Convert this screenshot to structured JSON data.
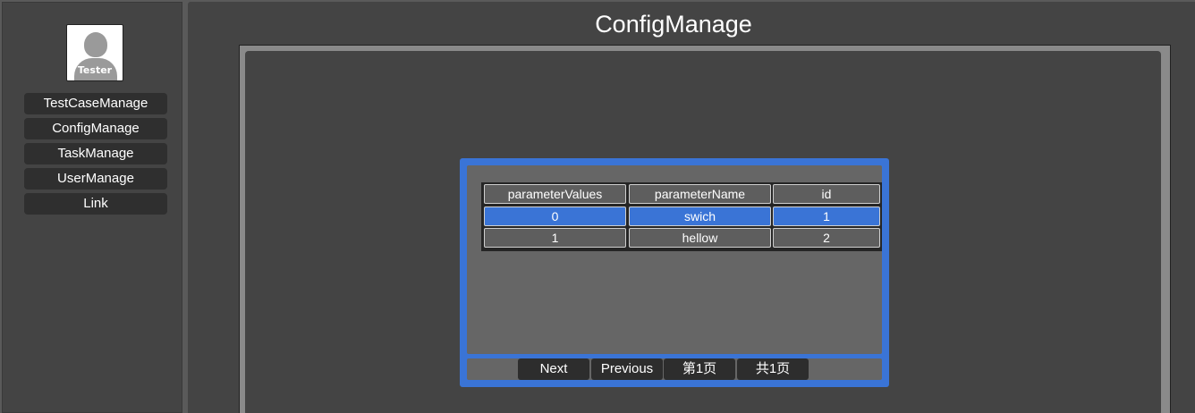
{
  "sidebar": {
    "avatar_label": "Tester",
    "items": [
      {
        "label": "TestCaseManage"
      },
      {
        "label": "ConfigManage"
      },
      {
        "label": "TaskManage"
      },
      {
        "label": "UserManage"
      },
      {
        "label": "Link"
      }
    ]
  },
  "main": {
    "title": "ConfigManage"
  },
  "table": {
    "columns": [
      "parameterValues",
      "parameterName",
      "id"
    ],
    "rows": [
      {
        "parameterValues": "0",
        "parameterName": "swich",
        "id": "1",
        "selected": true
      },
      {
        "parameterValues": "1",
        "parameterName": "hellow",
        "id": "2",
        "selected": false
      }
    ]
  },
  "pager": {
    "next_label": "Next",
    "previous_label": "Previous",
    "page_label": "第1页",
    "total_label": "共1页"
  },
  "colors": {
    "accent": "#3a74d6",
    "background": "#444444",
    "button": "#2f2f2f"
  }
}
